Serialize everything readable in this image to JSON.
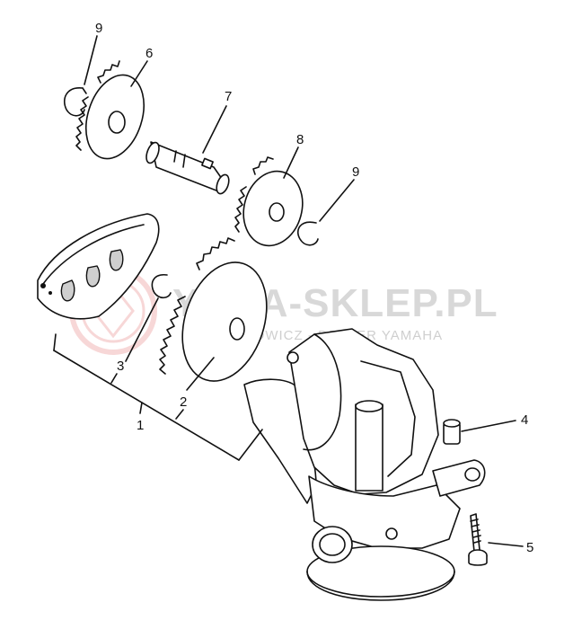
{
  "watermark": {
    "brand": "YAMA-SKLEP.PL",
    "subtitle": "DJ JECHOWICZ - DEALER YAMAHA"
  },
  "callouts": [
    {
      "id": "9a",
      "label": "9",
      "part": "circlip-top"
    },
    {
      "id": "6",
      "label": "6",
      "part": "gear-small-top"
    },
    {
      "id": "7",
      "label": "7",
      "part": "shaft"
    },
    {
      "id": "8",
      "label": "8",
      "part": "gear-middle"
    },
    {
      "id": "9b",
      "label": "9",
      "part": "circlip-middle"
    },
    {
      "id": "3",
      "label": "3",
      "part": "circlip-small"
    },
    {
      "id": "2",
      "label": "2",
      "part": "gear-large"
    },
    {
      "id": "1",
      "label": "1",
      "part": "oil-pump-assembly"
    },
    {
      "id": "4",
      "label": "4",
      "part": "dowel-pin"
    },
    {
      "id": "5",
      "label": "5",
      "part": "bolt"
    }
  ],
  "colors": {
    "ink": "#111111",
    "watermark": "#d8d8d8",
    "watermark_logo": "#f2b8b8"
  }
}
